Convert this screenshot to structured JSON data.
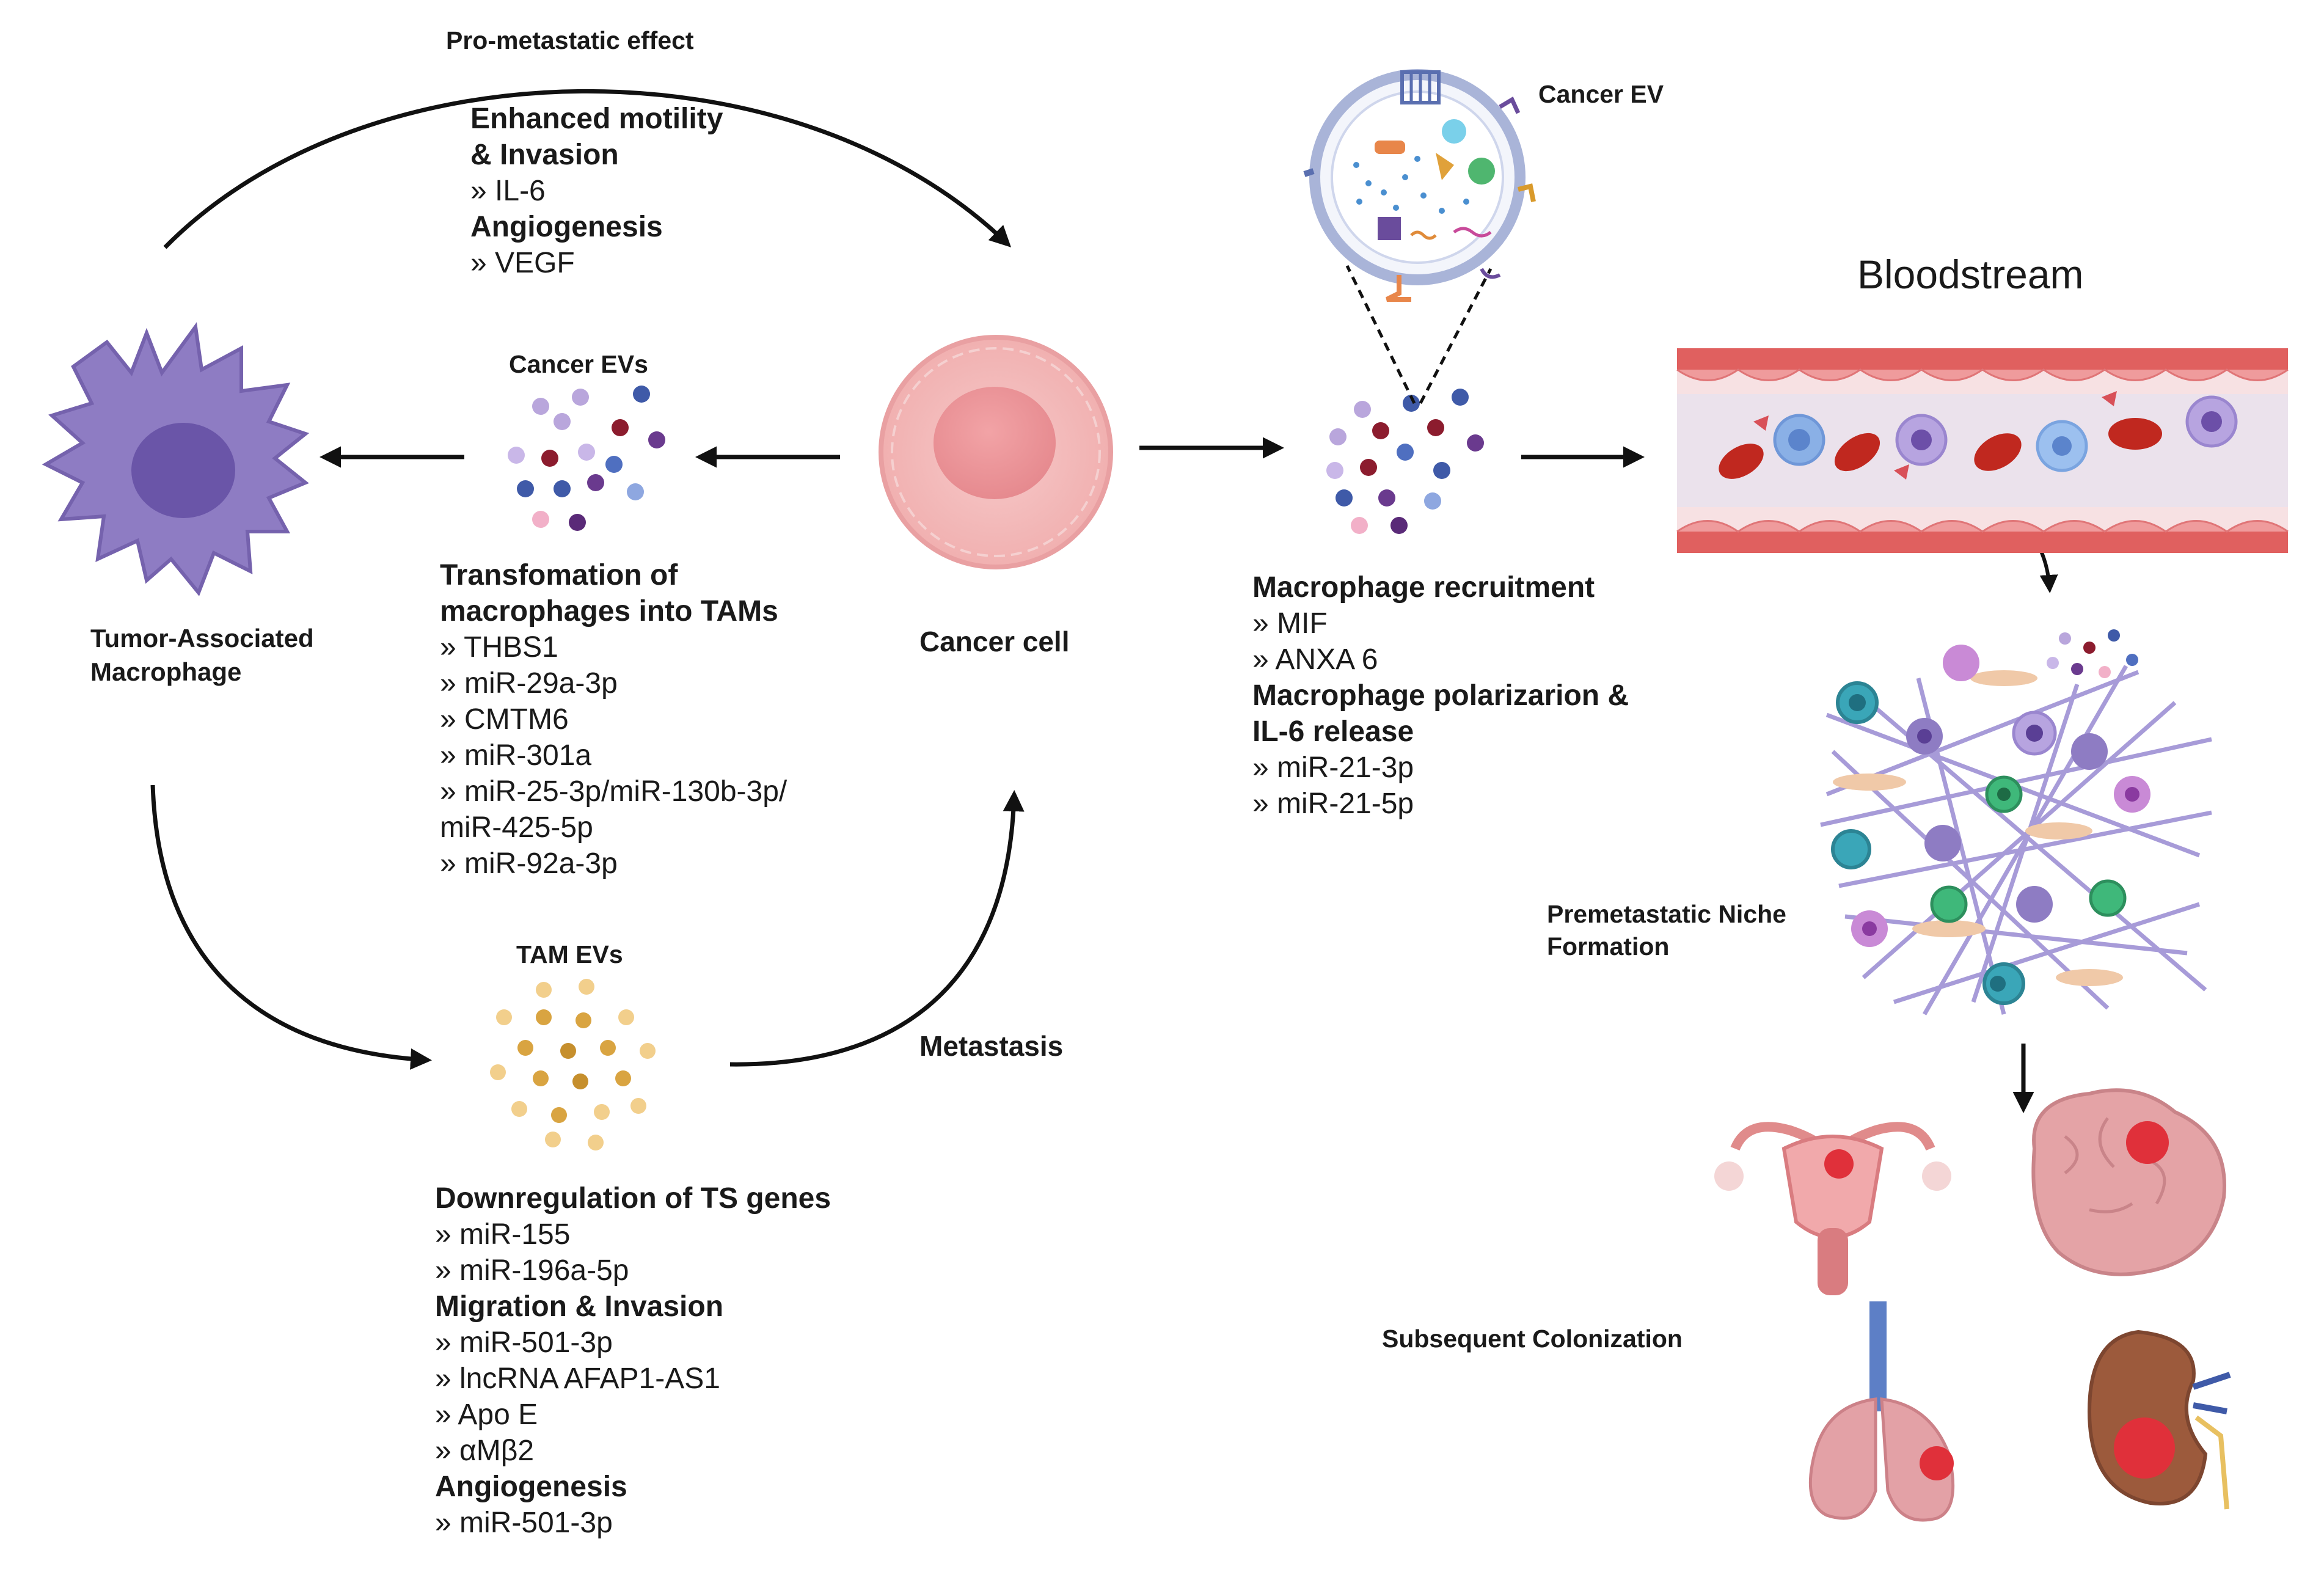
{
  "colors": {
    "macrophage": "#8e7cc3",
    "macrophage_nucleus": "#6a55a8",
    "cancer_cell": "#f2b8b8",
    "vessel_wall": "#e0605f",
    "vessel_lumen": "#f7e1e3",
    "red_cell": "#c0281f",
    "tam_ev": "#d9a441",
    "arrow": "#111111"
  },
  "labels": {
    "pro_metastatic": "Pro-metastatic effect",
    "tam": [
      "Tumor-Associated",
      "Macrophage"
    ],
    "cancer_evs": "Cancer EVs",
    "cancer_cell": "Cancer cell",
    "cancer_ev": "Cancer EV",
    "bloodstream": "Bloodstream",
    "tam_evs": "TAM EVs",
    "metastasis": "Metastasis",
    "premetastatic": [
      "Premetastatic Niche",
      "Formation"
    ],
    "colonization": "Subsequent Colonization"
  },
  "blocks": {
    "pro_metastatic": [
      {
        "type": "h",
        "text": "Enhanced motility"
      },
      {
        "type": "h",
        "text": "& Invasion"
      },
      {
        "type": "i",
        "text": "» IL-6"
      },
      {
        "type": "h",
        "text": "Angiogenesis"
      },
      {
        "type": "i",
        "text": "» VEGF"
      }
    ],
    "transformation": [
      {
        "type": "h",
        "text": "Transfomation of"
      },
      {
        "type": "h",
        "text": "macrophages into TAMs"
      },
      {
        "type": "i",
        "text": "» THBS1"
      },
      {
        "type": "i",
        "text": "» miR-29a-3p"
      },
      {
        "type": "i",
        "text": "» CMTM6"
      },
      {
        "type": "i",
        "text": "» miR-301a"
      },
      {
        "type": "i",
        "text": "» miR-25-3p/miR-130b-3p/"
      },
      {
        "type": "i",
        "text": "miR-425-5p"
      },
      {
        "type": "i",
        "text": "» miR-92a-3p"
      }
    ],
    "recruitment": [
      {
        "type": "h",
        "text": "Macrophage recruitment"
      },
      {
        "type": "i",
        "text": "» MIF"
      },
      {
        "type": "i",
        "text": "» ANXA 6"
      },
      {
        "type": "h",
        "text": " Macrophage polarizarion &"
      },
      {
        "type": "h",
        "text": "IL-6 release"
      },
      {
        "type": "i",
        "text": "» miR-21-3p"
      },
      {
        "type": "i",
        "text": "» miR-21-5p"
      }
    ],
    "tam_effects": [
      {
        "type": "h",
        "text": "Downregulation of TS genes"
      },
      {
        "type": "i",
        "text": "» miR-155"
      },
      {
        "type": "i",
        "text": "» miR-196a-5p"
      },
      {
        "type": "h",
        "text": "Migration & Invasion"
      },
      {
        "type": "i",
        "text": "» miR-501-3p"
      },
      {
        "type": "i",
        "text": "» lncRNA AFAP1-AS1"
      },
      {
        "type": "i",
        "text": "» Apo E"
      },
      {
        "type": "i",
        "text": "» αMβ2"
      },
      {
        "type": "h",
        "text": "Angiogenesis"
      },
      {
        "type": "i",
        "text": "» miR-501-3p"
      }
    ]
  }
}
